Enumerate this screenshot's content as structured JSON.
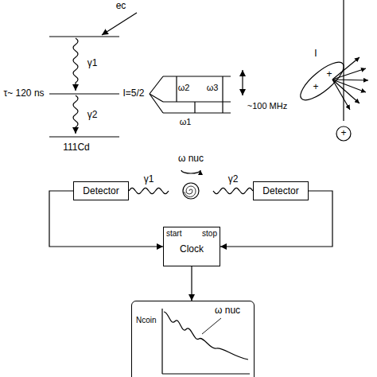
{
  "diagram": {
    "nodes": [
      {
        "text": [
          "ω nuc"
        ]
      },
      {
        "text": [
          "Detector"
        ]
      },
      {
        "text": [
          "Detector"
        ]
      },
      {
        "text": [
          "start",
          "stop",
          "Clock"
        ]
      },
      {
        "text": [
          "Ncoin",
          "ω nuc"
        ]
      }
    ],
    "edges": [
      {
        "from": 0,
        "to": 1,
        "label": "γ1",
        "arrow": "none"
      },
      {
        "from": 0,
        "to": 2,
        "label": "γ2",
        "arrow": "none"
      },
      {
        "from": 1,
        "to": 3,
        "arrow": "to"
      },
      {
        "from": 2,
        "to": 3,
        "arrow": "to"
      },
      {
        "from": 3,
        "to": 4,
        "arrow": "to"
      }
    ],
    "labels": [
      "ec",
      "γ1",
      "γ2",
      "τ~ 120 ns",
      "I=5/2",
      "111Cd",
      "ω2",
      "ω3",
      "ω1",
      "~100 MHz",
      "I",
      "+",
      "+",
      "+"
    ]
  }
}
